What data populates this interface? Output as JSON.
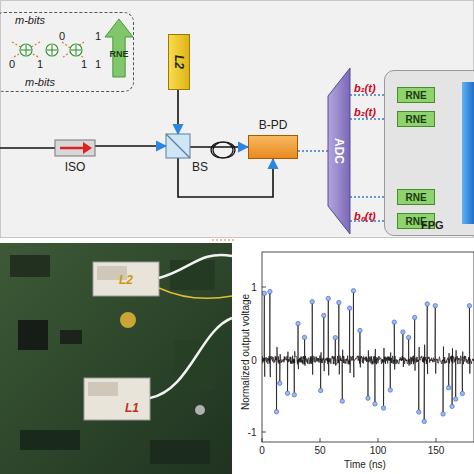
{
  "diagram": {
    "nodes": [
      {
        "text": [
          "m-bits"
        ]
      },
      {
        "text": [
          "RNE"
        ],
        "in": 0
      },
      {
        "text": [
          "L2"
        ]
      },
      {
        "text": [
          "ISO"
        ]
      },
      {
        "text": [
          "BS"
        ]
      },
      {
        "text": [
          "B-PD"
        ]
      },
      {
        "text": [
          "ADC"
        ]
      },
      {
        "text": [
          "FPG"
        ]
      },
      {
        "text": [
          "RNE"
        ],
        "in": 7
      },
      {
        "text": [
          "RNE"
        ],
        "in": 7
      },
      {
        "text": [
          "RNE"
        ],
        "in": 7
      },
      {
        "text": [
          "RNE"
        ],
        "in": 7
      }
    ],
    "edges": [
      {
        "from": 2,
        "to": 4,
        "arrow": "to"
      },
      {
        "from": 3,
        "to": 4,
        "arrow": "to"
      },
      {
        "from": 4,
        "to": 5,
        "arrow": "to"
      },
      {
        "from": 4,
        "to": 5,
        "arrow": "to"
      },
      {
        "from": 5,
        "to": 6,
        "arrow": "none"
      },
      {
        "from": 6,
        "to": 8,
        "label": "b₁(t)",
        "arrow": "none"
      },
      {
        "from": 6,
        "to": 9,
        "label": "b₂(t)",
        "arrow": "none"
      },
      {
        "from": 6,
        "to": 10,
        "arrow": "none"
      },
      {
        "from": 6,
        "to": 11,
        "label": "bₙ(t)",
        "arrow": "none"
      }
    ],
    "labels": [
      "m-bits",
      "0",
      "1",
      "0",
      "1",
      "1",
      "1",
      "L2",
      "L1",
      "1",
      "0",
      "-1",
      "0",
      "50",
      "100",
      "150",
      "Normalized output voltage",
      "Time (ns)"
    ]
  }
}
